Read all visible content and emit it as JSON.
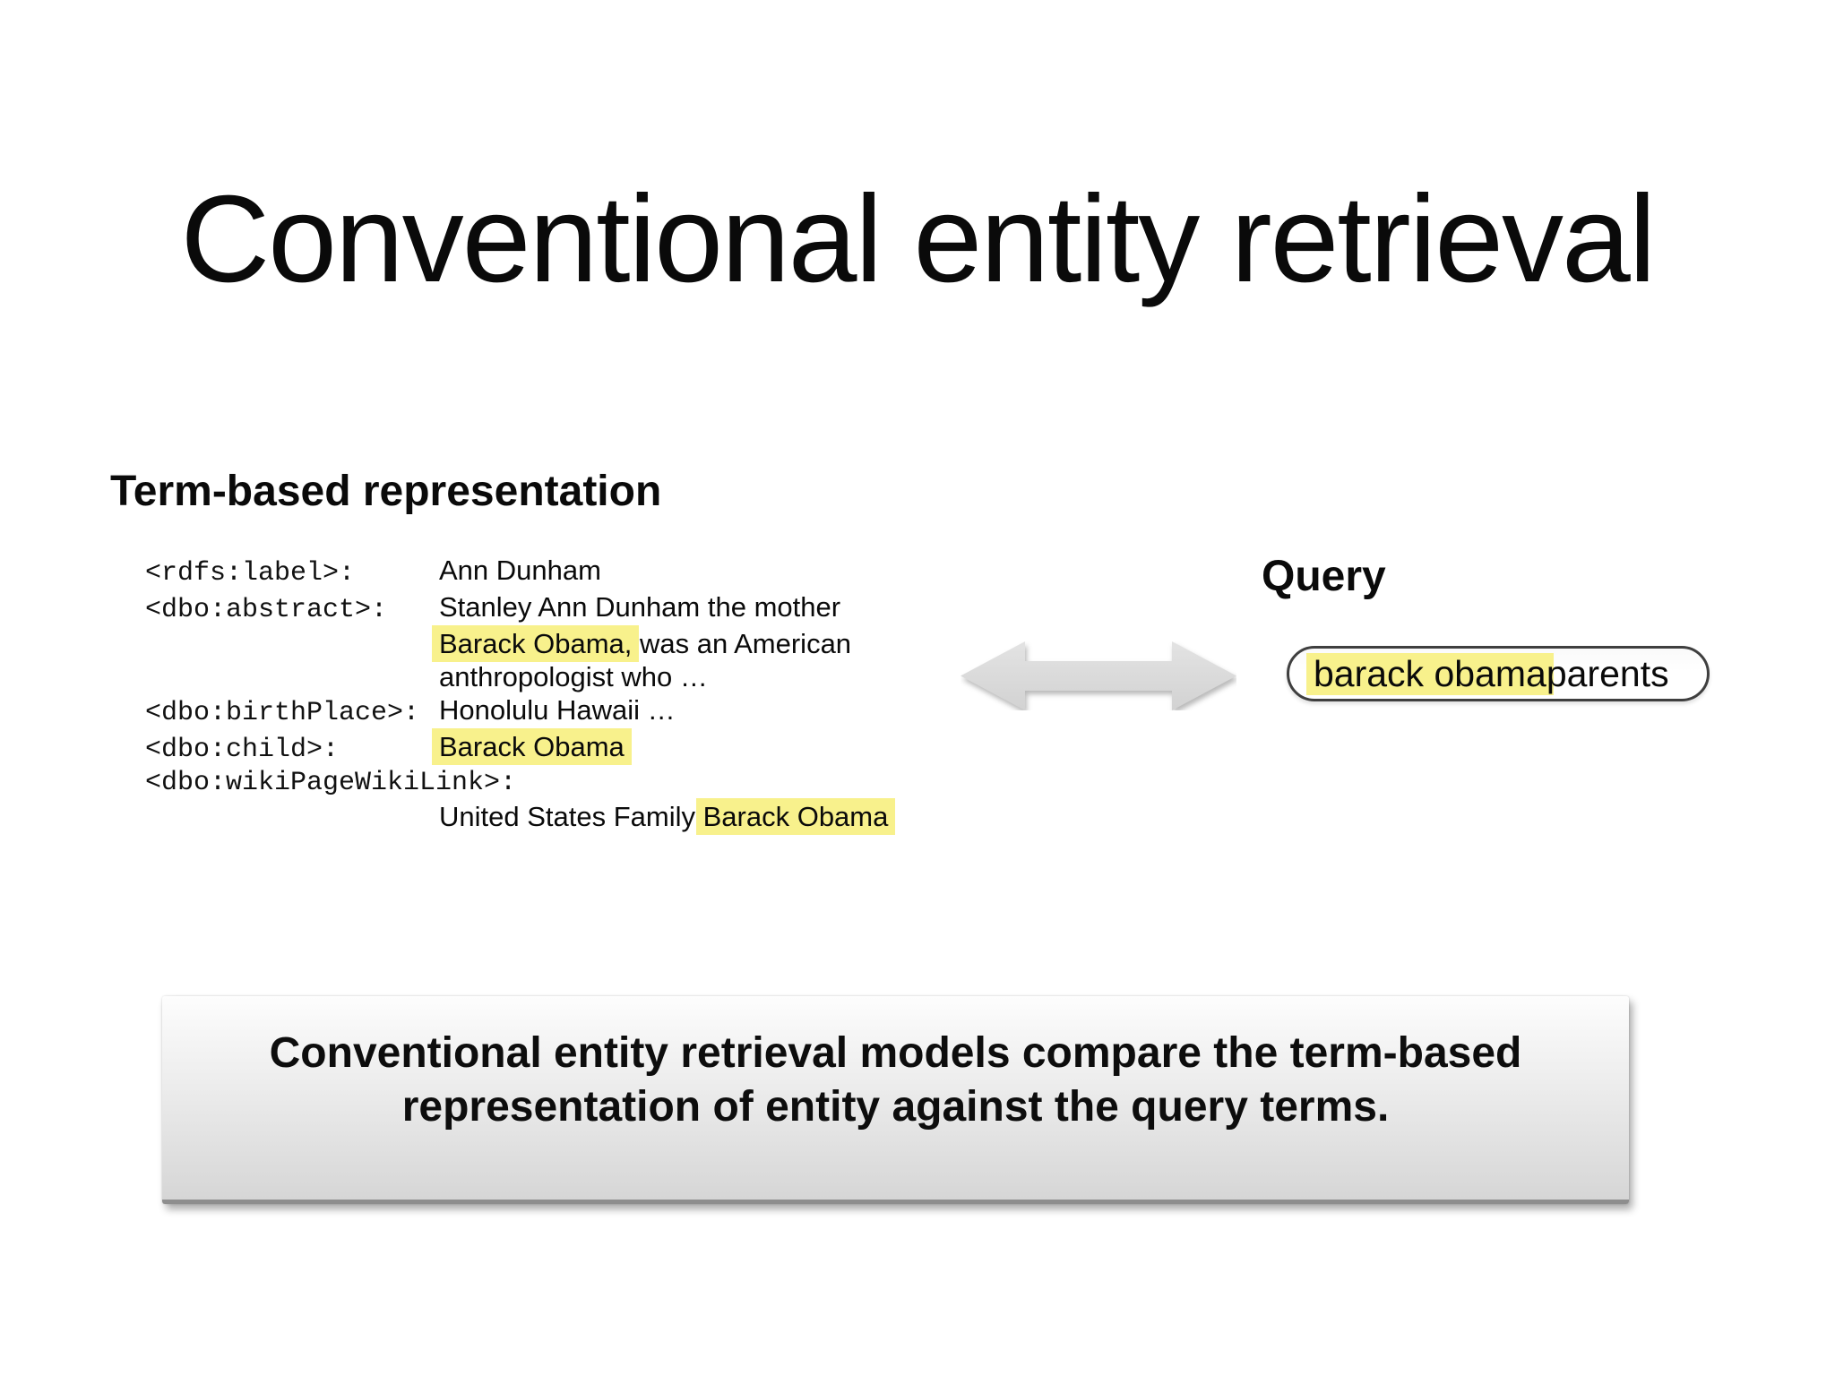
{
  "slide": {
    "title": "Conventional entity retrieval",
    "term_panel": {
      "heading": "Term-based representation",
      "rows": [
        {
          "property": "<rdfs:label>:",
          "parts": [
            {
              "text": "Ann Dunham"
            }
          ]
        },
        {
          "property": "<dbo:abstract>:",
          "parts": [
            {
              "text": "Stanley Ann Dunham the mother"
            }
          ]
        },
        {
          "property": "",
          "parts": [
            {
              "text": "Barack Obama,"
            },
            {
              "text": " was an American"
            }
          ]
        },
        {
          "property": "",
          "parts": [
            {
              "text": "anthropologist who …"
            }
          ]
        },
        {
          "property": "<dbo:birthPlace>:",
          "parts": [
            {
              "text": "Honolulu Hawaii …"
            }
          ]
        },
        {
          "property": "<dbo:child>:",
          "parts": [
            {
              "text": "Barack Obama"
            }
          ]
        },
        {
          "property": "<dbo:wikiPageWikiLink>:",
          "parts": []
        },
        {
          "property": "",
          "parts": [
            {
              "text": "United States Family "
            },
            {
              "text": "Barack Obama"
            }
          ]
        }
      ]
    },
    "query_panel": {
      "heading": "Query",
      "query_parts": [
        {
          "text": "barack obama"
        },
        {
          "text": " parents"
        }
      ]
    },
    "callout": {
      "line1": "Conventional entity retrieval models compare the term-based",
      "line2": "representation of entity against the query terms."
    },
    "colors": {
      "highlight_yellow": "#f8f18c",
      "arrow_gray": "#dadada",
      "callout_gradient_top": "#fdfdfd",
      "callout_gradient_bottom": "#d6d6d6",
      "callout_edge": "#8e8e8e",
      "query_border": "#3f3f3f"
    }
  }
}
